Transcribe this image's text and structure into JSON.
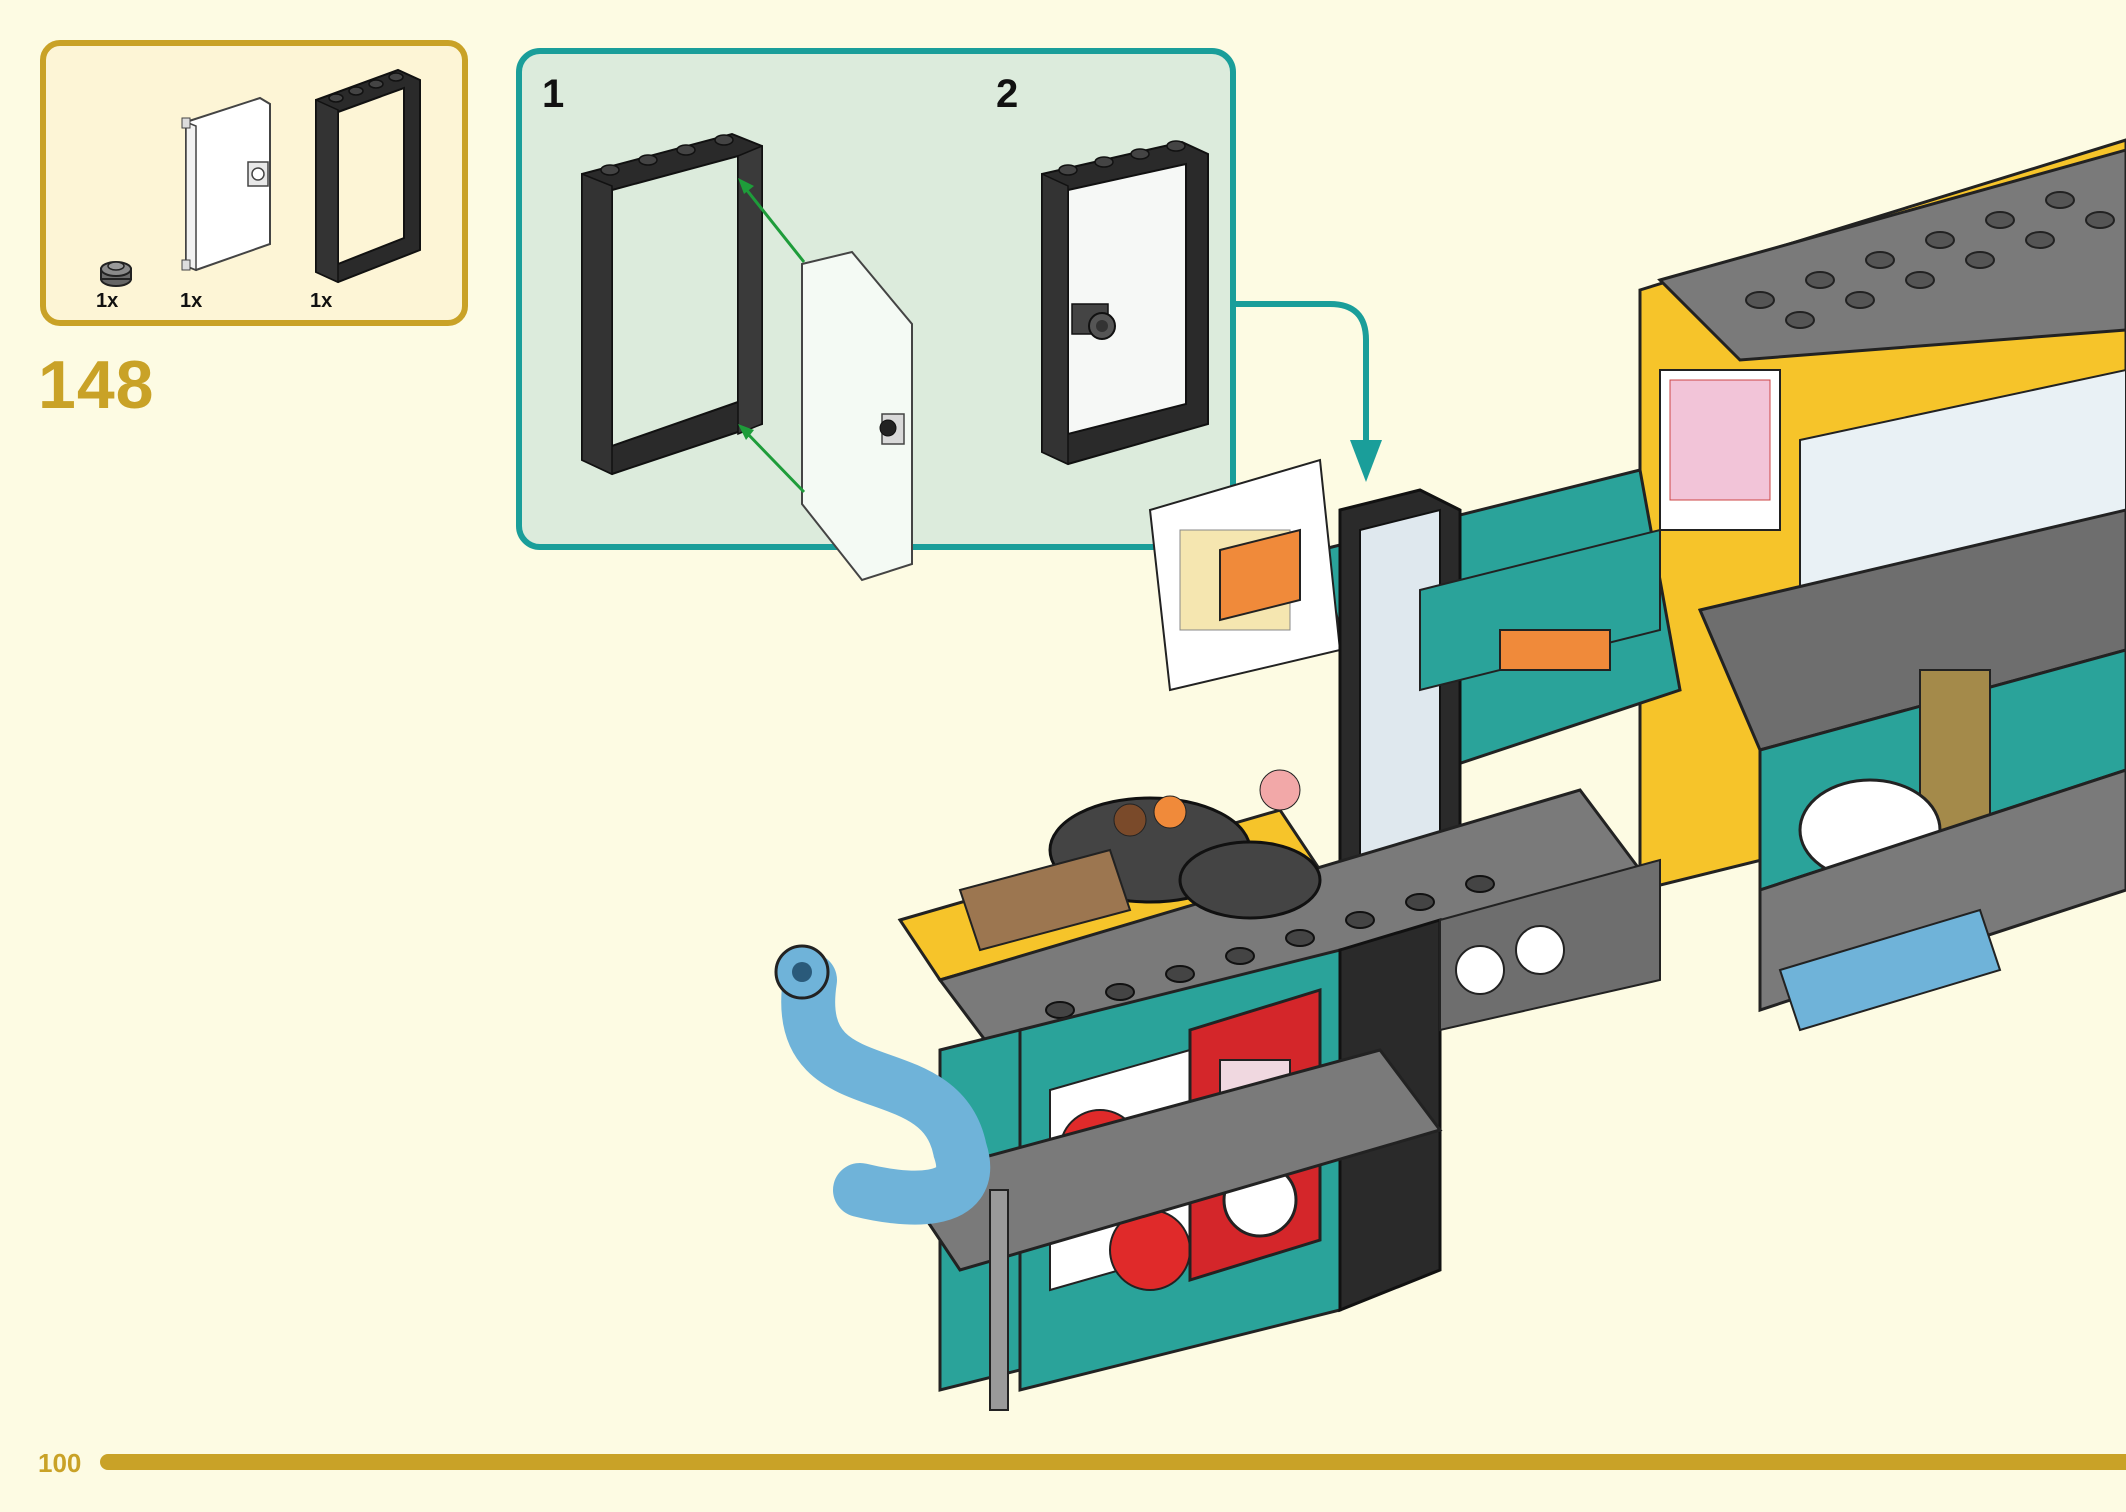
{
  "parts_list": {
    "items": [
      {
        "part": "round-plate-1x1-dark-grey",
        "qty": "1x"
      },
      {
        "part": "door-transparent-1x4x6",
        "qty": "1x"
      },
      {
        "part": "door-frame-black-1x4x6",
        "qty": "1x"
      }
    ]
  },
  "step": {
    "number": "148"
  },
  "substeps": [
    {
      "number": "1"
    },
    {
      "number": "2"
    }
  ],
  "page": {
    "number": "100"
  },
  "colors": {
    "background": "#fdfbe3",
    "accent_gold": "#c9a227",
    "substep_teal": "#1a9e9a",
    "substep_bg": "#dcebdc",
    "arrow_green": "#1e9c3a"
  }
}
